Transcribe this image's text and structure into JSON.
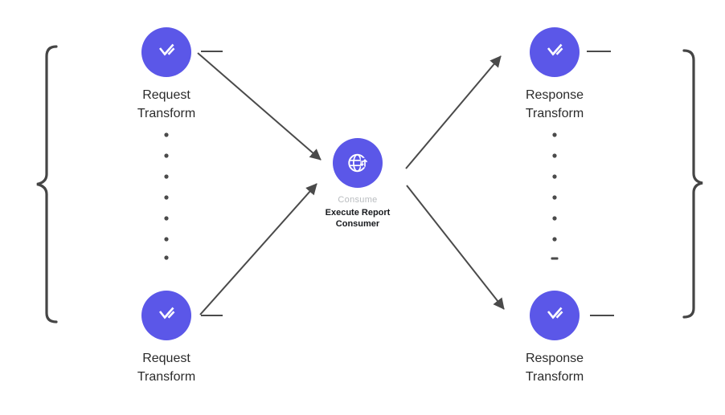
{
  "diagram": {
    "background": "#FFFFFF",
    "colors": {
      "node_fill": "#5B57E8",
      "icon_stroke": "#FFFFFF",
      "connector": "#4A4A4A",
      "brace": "#454545",
      "node_label_text": "#2B2B2B",
      "center_status_text": "#B9BCBF",
      "center_label_text": "#17191D"
    },
    "left_group": {
      "brace_icon": "curly-brace-left",
      "nodes": [
        {
          "label": "Request Transform",
          "icon": "transform-icon"
        },
        {
          "label": "Request Transform",
          "icon": "transform-icon"
        }
      ]
    },
    "center_node": {
      "icon": "globe-consume-icon",
      "status_label": "Consume",
      "label": "Execute Report Consumer"
    },
    "right_group": {
      "brace_icon": "curly-brace-right",
      "nodes": [
        {
          "label": "Response Transform",
          "icon": "transform-icon"
        },
        {
          "label": "Response Transform",
          "icon": "transform-icon"
        }
      ]
    }
  }
}
